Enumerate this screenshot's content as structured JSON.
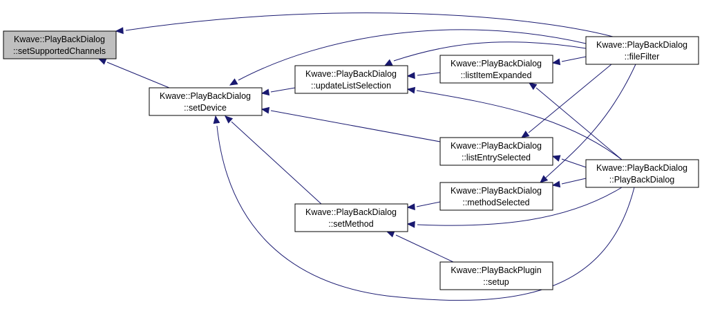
{
  "graph": {
    "colors": {
      "edge": "#191970",
      "highlight_fill": "#bfbfbf",
      "node_fill": "#ffffff",
      "border": "#000000"
    },
    "nodes": [
      {
        "id": "setSupportedChannels",
        "line1": "Kwave::PlayBackDialog",
        "line2": "::setSupportedChannels",
        "highlight": true
      },
      {
        "id": "setDevice",
        "line1": "Kwave::PlayBackDialog",
        "line2": "::setDevice"
      },
      {
        "id": "updateListSelection",
        "line1": "Kwave::PlayBackDialog",
        "line2": "::updateListSelection"
      },
      {
        "id": "listItemExpanded",
        "line1": "Kwave::PlayBackDialog",
        "line2": "::listItemExpanded"
      },
      {
        "id": "fileFilter",
        "line1": "Kwave::PlayBackDialog",
        "line2": "::fileFilter"
      },
      {
        "id": "listEntrySelected",
        "line1": "Kwave::PlayBackDialog",
        "line2": "::listEntrySelected"
      },
      {
        "id": "methodSelected",
        "line1": "Kwave::PlayBackDialog",
        "line2": "::methodSelected"
      },
      {
        "id": "PlayBackDialog",
        "line1": "Kwave::PlayBackDialog",
        "line2": "::PlayBackDialog"
      },
      {
        "id": "setMethod",
        "line1": "Kwave::PlayBackDialog",
        "line2": "::setMethod"
      },
      {
        "id": "setup",
        "line1": "Kwave::PlayBackPlugin",
        "line2": "::setup"
      }
    ],
    "edges": [
      {
        "from": "fileFilter",
        "to": "setSupportedChannels"
      },
      {
        "from": "setDevice",
        "to": "setSupportedChannels"
      },
      {
        "from": "fileFilter",
        "to": "setDevice"
      },
      {
        "from": "updateListSelection",
        "to": "setDevice"
      },
      {
        "from": "listEntrySelected",
        "to": "setDevice"
      },
      {
        "from": "setMethod",
        "to": "setDevice"
      },
      {
        "from": "PlayBackDialog",
        "to": "setDevice"
      },
      {
        "from": "fileFilter",
        "to": "updateListSelection"
      },
      {
        "from": "listItemExpanded",
        "to": "updateListSelection"
      },
      {
        "from": "PlayBackDialog",
        "to": "updateListSelection"
      },
      {
        "from": "fileFilter",
        "to": "listItemExpanded"
      },
      {
        "from": "PlayBackDialog",
        "to": "listItemExpanded"
      },
      {
        "from": "fileFilter",
        "to": "listEntrySelected"
      },
      {
        "from": "PlayBackDialog",
        "to": "listEntrySelected"
      },
      {
        "from": "fileFilter",
        "to": "methodSelected"
      },
      {
        "from": "PlayBackDialog",
        "to": "methodSelected"
      },
      {
        "from": "methodSelected",
        "to": "setMethod"
      },
      {
        "from": "PlayBackDialog",
        "to": "setMethod"
      },
      {
        "from": "setup",
        "to": "setMethod"
      }
    ]
  }
}
